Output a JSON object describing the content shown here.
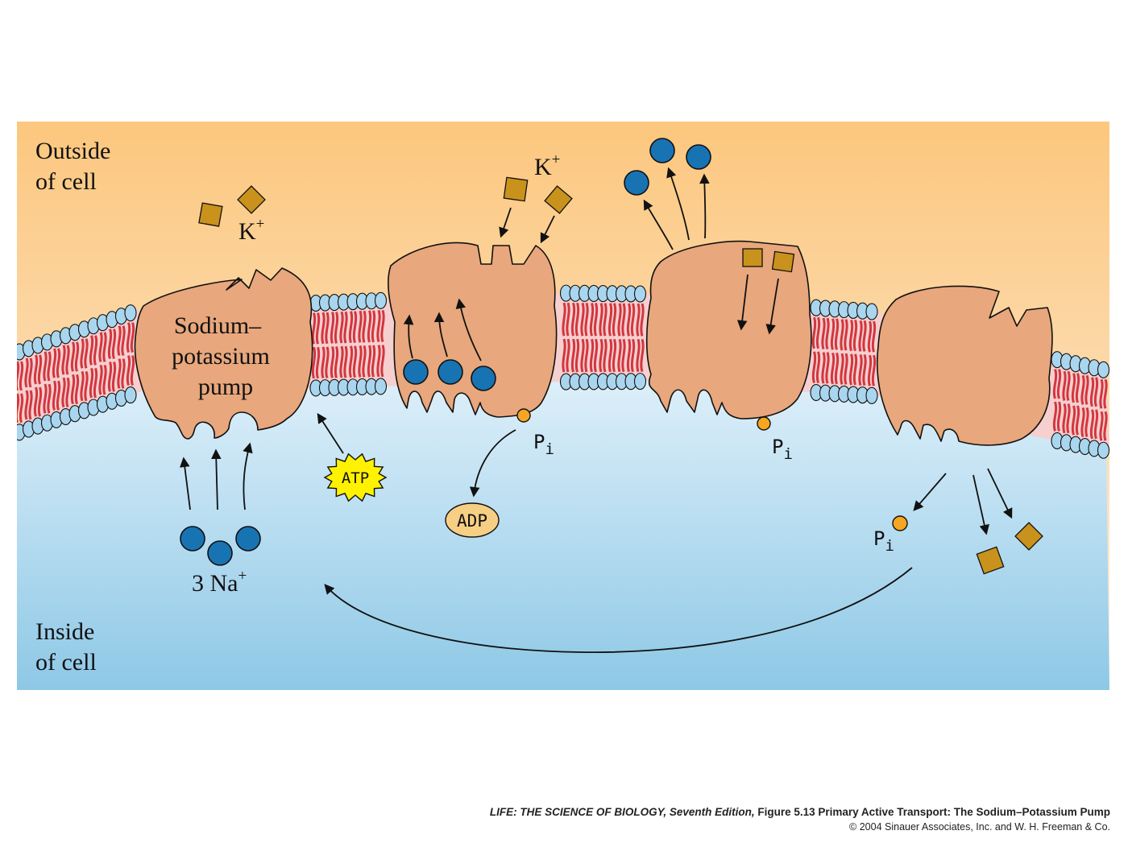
{
  "regions": {
    "outside_line1": "Outside",
    "outside_line2": "of cell",
    "inside_line1": "Inside",
    "inside_line2": "of cell"
  },
  "pump_label": {
    "line1": "Sodium–",
    "line2": "potassium",
    "line3": "pump"
  },
  "ions": {
    "k_top_left": "K",
    "k_top_center": "K",
    "plus": "+",
    "na_label": "3 Na",
    "pi_main": "P",
    "pi_sub": "i"
  },
  "molecules": {
    "atp": "ATP",
    "adp": "ADP"
  },
  "caption": {
    "book": "LIFE: THE SCIENCE OF BIOLOGY, Seventh Edition,",
    "figure": " Figure 5.13 Primary Active Transport: The Sodium–Potassium Pump",
    "copyright": "© 2004 Sinauer Associates, Inc. and W. H. Freeman & Co."
  },
  "colors": {
    "outside_top": "#fcc77e",
    "outside_bottom": "#fdf0e2",
    "inside_top": "#dff0fa",
    "inside_bottom": "#8ec8e6",
    "lipid_head": "#a9d6ee",
    "lipid_tail": "#d2363f",
    "protein": "#e8a77c",
    "sodium": "#1873b3",
    "potassium": "#c9921c",
    "phosphate": "#f6a623",
    "atp_star": "#fff200",
    "adp": "#f7cf84"
  }
}
